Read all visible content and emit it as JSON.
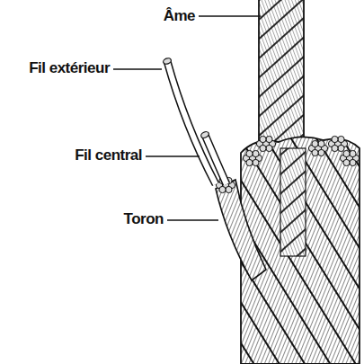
{
  "diagram": {
    "labels": [
      "Âme",
      "Fil extérieur",
      "Fil central",
      "Toron"
    ]
  }
}
